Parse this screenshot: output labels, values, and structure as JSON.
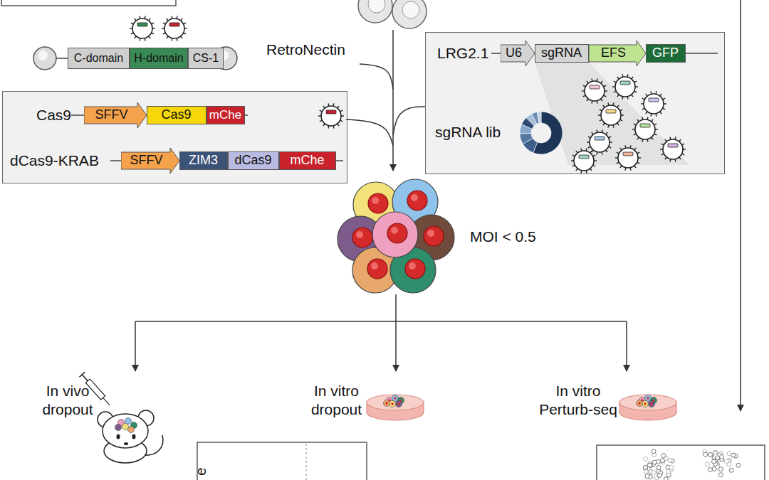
{
  "diagram": {
    "nodes": [
      {
        "text": [
          "C-domain"
        ]
      },
      {
        "text": [
          "H-domain"
        ]
      },
      {
        "text": [
          "CS-1"
        ]
      },
      {
        "text": [
          "LRG2.1",
          "sgRNA lib"
        ]
      },
      {
        "text": [
          "U6"
        ],
        "in": 3
      },
      {
        "text": [
          "sgRNA"
        ],
        "in": 3
      },
      {
        "text": [
          "EFS"
        ],
        "in": 3
      },
      {
        "text": [
          "GFP"
        ],
        "in": 3
      },
      {
        "text": [
          "Cas9",
          "dCas9-KRAB"
        ]
      },
      {
        "text": [
          "SFFV"
        ],
        "in": 8
      },
      {
        "text": [
          "Cas9"
        ],
        "in": 8
      },
      {
        "text": [
          "mChe"
        ],
        "in": 8
      },
      {
        "text": [
          "SFFV"
        ],
        "in": 8
      },
      {
        "text": [
          "ZIM3"
        ],
        "in": 8
      },
      {
        "text": [
          "dCas9"
        ],
        "in": 8
      },
      {
        "text": [
          "mChe"
        ],
        "in": 8
      }
    ],
    "labels": [
      "RetroNectin",
      "MOI < 0.5",
      "In vivo dropout",
      "In vitro dropout",
      "In vitro Perturb-seq",
      "e"
    ]
  }
}
